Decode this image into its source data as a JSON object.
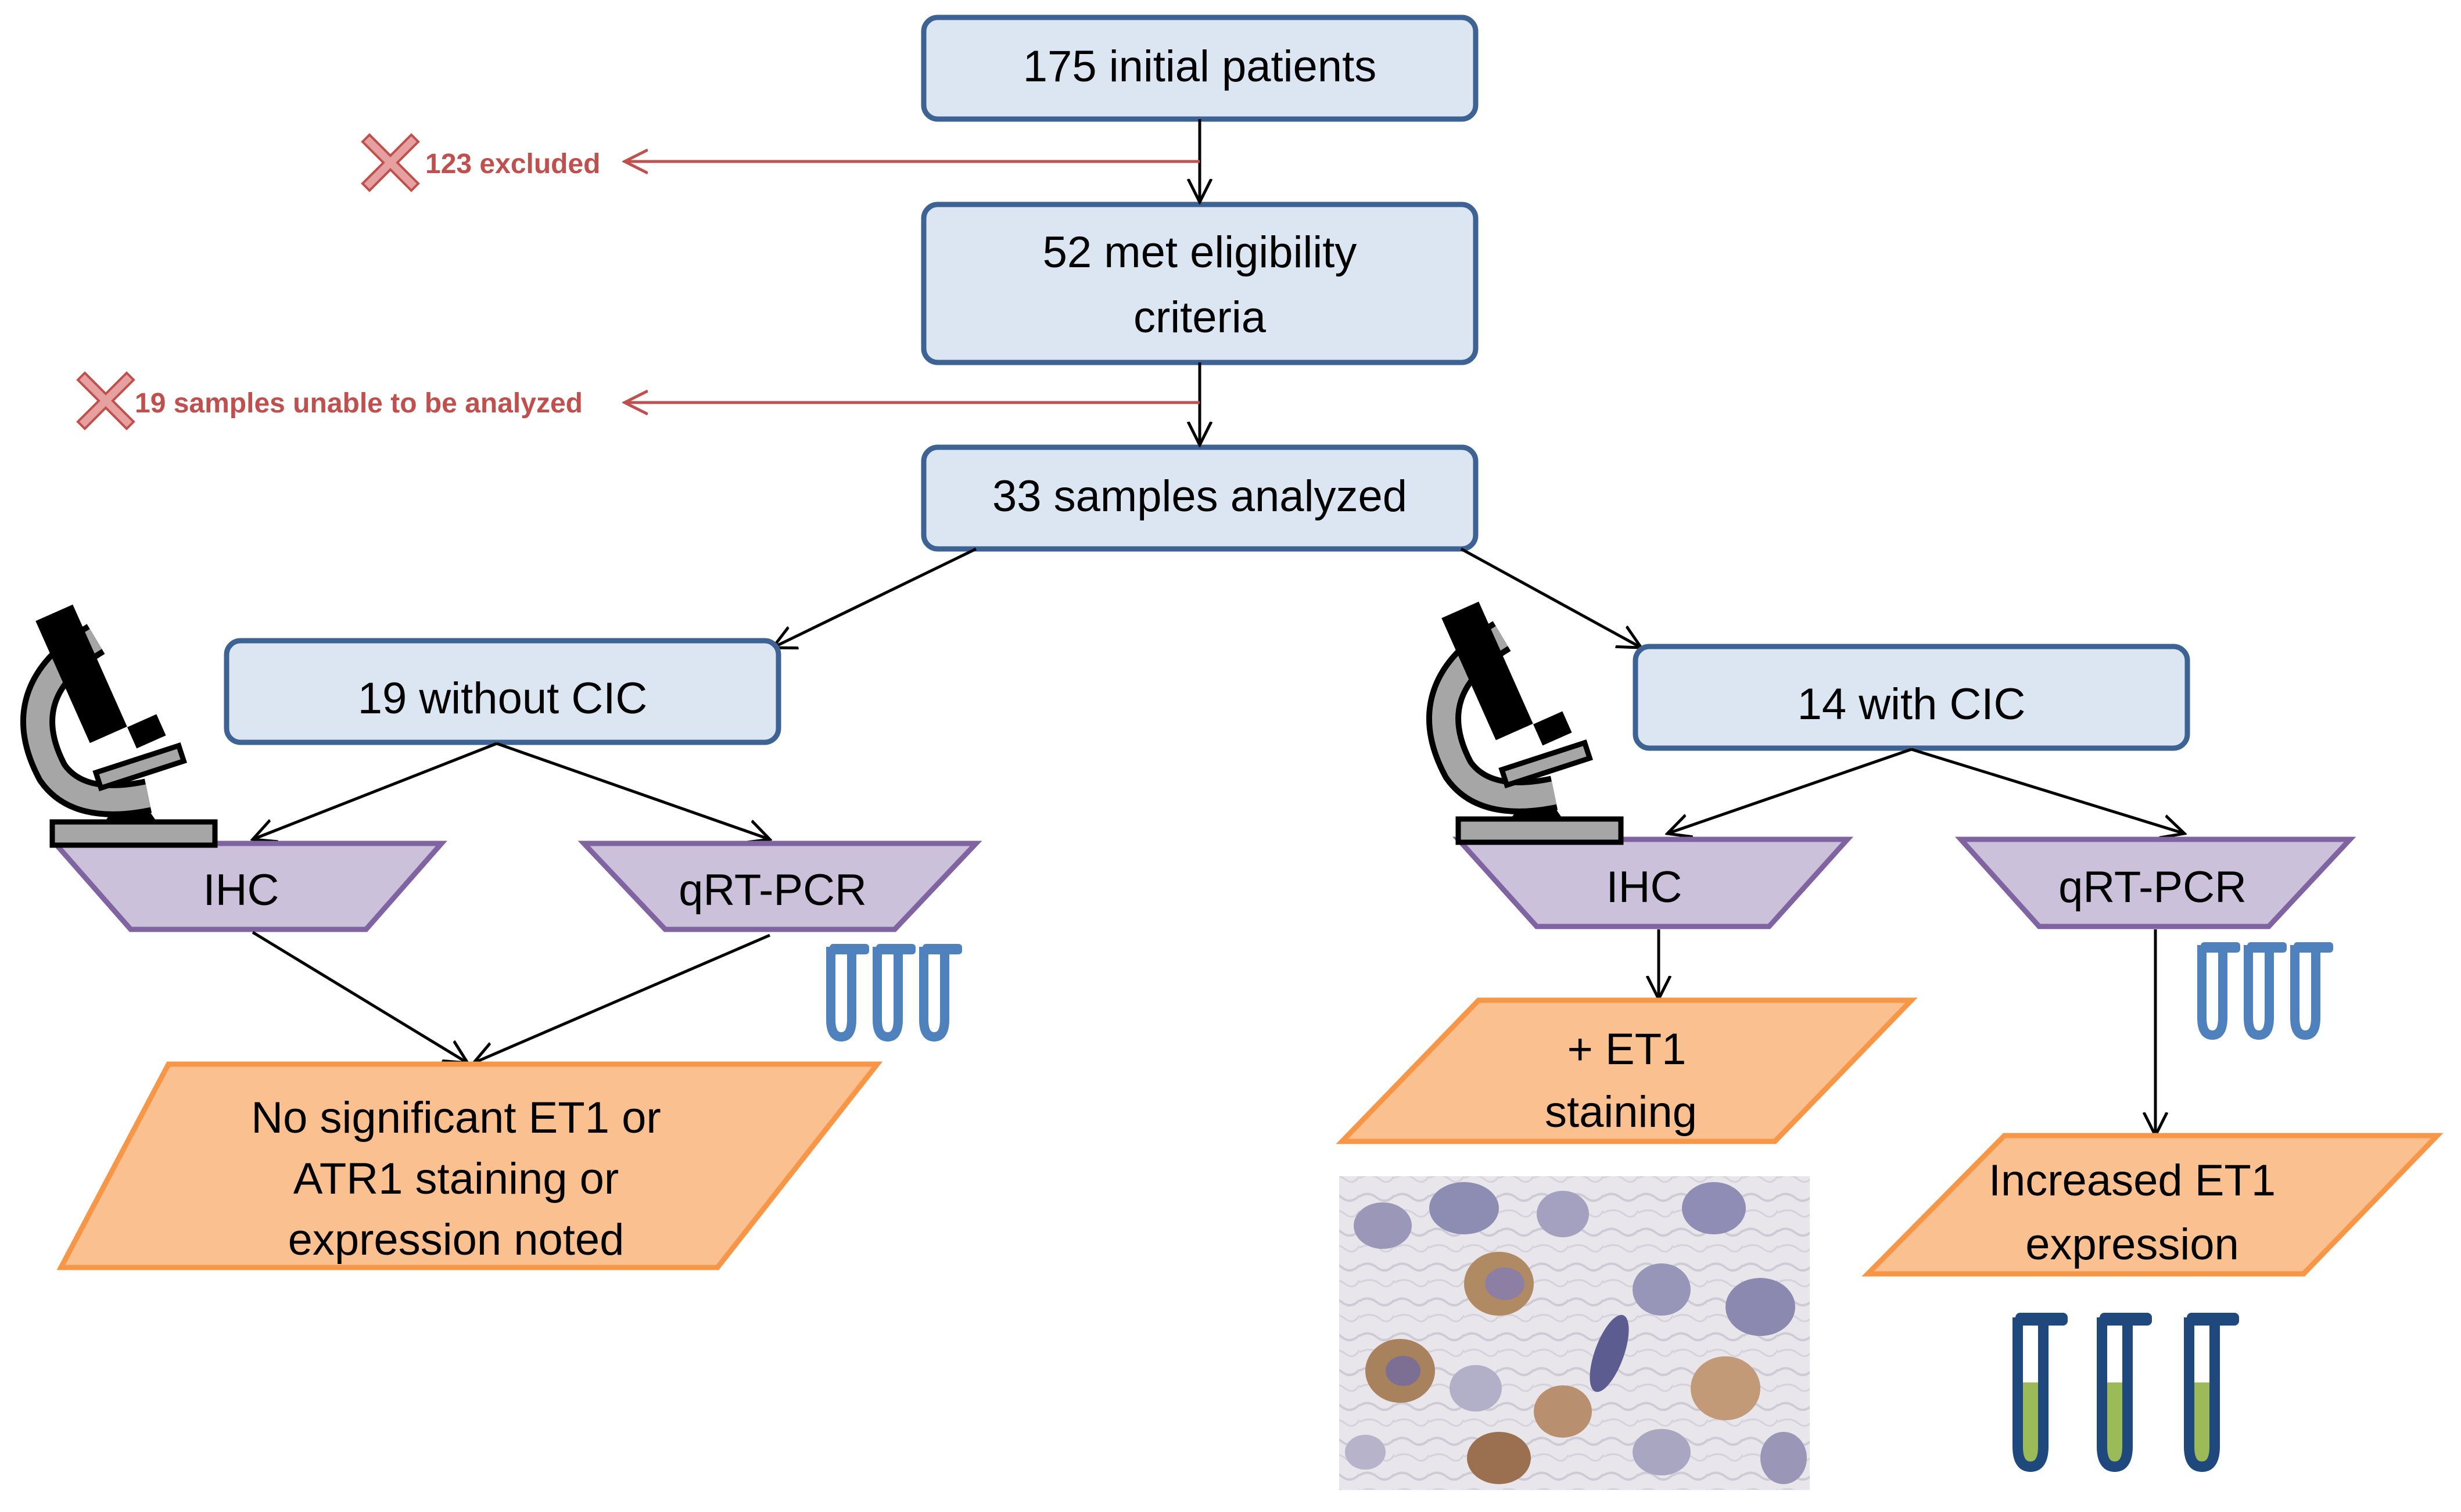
{
  "nodes": {
    "initial": "175 initial patients",
    "eligible_line1": "52 met eligibility",
    "eligible_line2": "criteria",
    "analyzed": "33 samples analyzed",
    "without_cic": "19 without CIC",
    "with_cic": "14 with CIC",
    "ihc_left": "IHC",
    "qrt_left": "qRT-PCR",
    "ihc_right": "IHC",
    "qrt_right": "qRT-PCR",
    "result_left": [
      "No significant ET1 or",
      "ATR1 staining or",
      "expression  noted"
    ],
    "result_ihc_right": [
      "+ ET1",
      "staining"
    ],
    "result_qrt_right": [
      "Increased ET1",
      "expression"
    ]
  },
  "exclusions": {
    "first": "123 excluded",
    "second": "19 samples unable to be analyzed"
  },
  "icons": [
    "microscope-icon",
    "test-tube-icon",
    "x-mark-icon",
    "histology-image"
  ],
  "colors": {
    "box_fill": "#dce6f2",
    "box_stroke": "#3c6394",
    "method_fill": "#ccc1da",
    "method_stroke": "#8064a2",
    "result_fill": "#fac090",
    "result_stroke": "#f79646",
    "exclusion_text": "#c0504d",
    "tube_blue": "#4f81bd",
    "tube_liquid_green": "#9bbb59"
  }
}
